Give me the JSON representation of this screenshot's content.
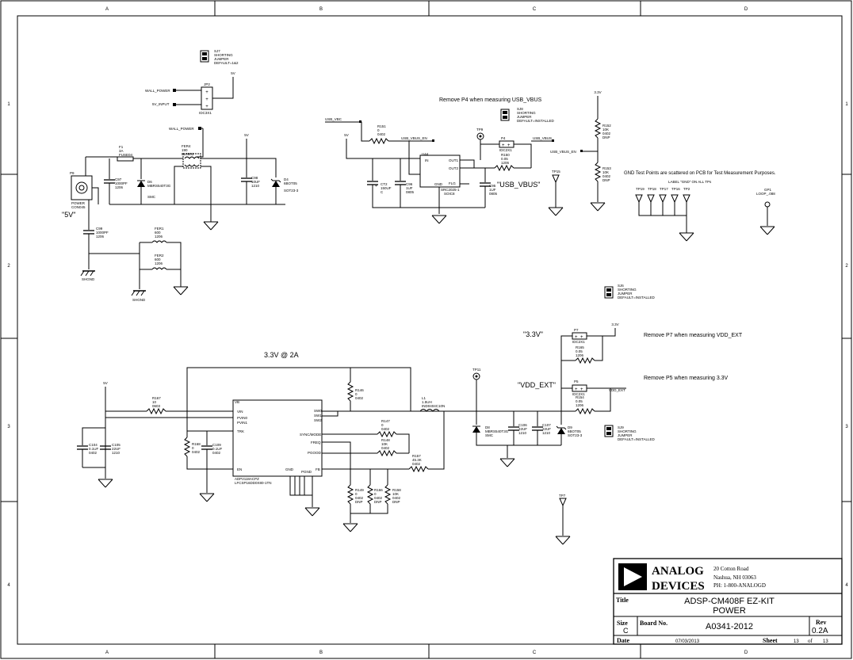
{
  "frame": {
    "columns": [
      "A",
      "B",
      "C",
      "D"
    ],
    "rows": [
      "1",
      "2",
      "3",
      "4"
    ]
  },
  "notes": {
    "remove_p4": "Remove P4 when measuring USB_VBUS",
    "gnd_tp": "GND Test Points are scattered on PCB for Test Measurement Purposes.",
    "label_gnd": "LABEL \"GND\" ON ALL TPs",
    "reg_title": "3.3V @ 2A",
    "remove_p7": "Remove P7 when measuring VDD_EXT",
    "remove_p5": "Remove P5 when measuring 3.3V"
  },
  "big_labels": {
    "five_v": "\"5V\"",
    "usb_vbus": "\"USB_VBUS\"",
    "three_v3": "\"3.3V\"",
    "vdd_ext": "\"VDD_EXT\""
  },
  "nets": {
    "wall_power": "WALL_POWER",
    "five_v_input": "5V_INPUT",
    "wall_power2": "WALL_POWER",
    "v5_a": "5V",
    "v5_b": "5V",
    "v5_c": "5V",
    "v5_d": "5V",
    "usb_vbc": "USB_VBC",
    "usb_vbus_en": "USB_VBUS_EN",
    "usb_vbus": "USB_VBUS",
    "usb_vbus_en2": "USB_VBUS_EN",
    "v33_a": "3.3V",
    "v33_b": "3.3V",
    "vdd_ext": "VDD_EXT",
    "shgnd": "SHGND",
    "shgnd2": "SHGND"
  },
  "parts": {
    "sj7": [
      "SJ7",
      "SHORTING",
      "JUMPER",
      "DEFAULT=1&2"
    ],
    "jp2": [
      "JP2",
      "IDC3X1"
    ],
    "f1": [
      "F1",
      "3A",
      "FUSE04"
    ],
    "fer4": [
      "FER4",
      "190",
      "FL0603"
    ],
    "c97": [
      "C97",
      "1000PF",
      "1206"
    ],
    "d6": [
      "D6",
      "MBRS540T3G",
      "SMC"
    ],
    "p9": [
      "P9",
      "POWER",
      "CON045"
    ],
    "c98": [
      "C98",
      "10UF",
      "1210"
    ],
    "d4": [
      "D4",
      "6BOT05",
      "SOT23-3"
    ],
    "c99": [
      "C99",
      "1000PF",
      "1206"
    ],
    "fer1": [
      "FER1",
      "600",
      "1206"
    ],
    "fer2": [
      "FER2",
      "600",
      "1206"
    ],
    "r151": [
      "R151",
      "0",
      "0402"
    ],
    "u44": [
      "U44"
    ],
    "tp9": [
      "TP9"
    ],
    "sj8": [
      "SJ8",
      "SHORTING",
      "JUMPER",
      "DEFAULT=INSTALLED"
    ],
    "p4": [
      "P4",
      "IDC2X1"
    ],
    "r150": [
      "R150",
      "0.05",
      "1206"
    ],
    "tp15": [
      "TP15"
    ],
    "ct2": [
      "CT2",
      "150UF",
      "C"
    ],
    "c95": [
      "C95",
      "1UF",
      "0805"
    ],
    "c96": [
      "C96",
      "1UF",
      "0805"
    ],
    "u44chip": [
      "SRC2025-1",
      "SOIC8"
    ],
    "r152": [
      "R152",
      "10K",
      "0402",
      "DNP"
    ],
    "r153": [
      "R153",
      "10K",
      "0402",
      "DNP"
    ],
    "gp1": [
      "GP1",
      "LOOP_.088"
    ],
    "tps": [
      "TP19",
      "TP18",
      "TP17",
      "TP16",
      "TP2"
    ],
    "sj6": [
      "SJ6",
      "SHORTING",
      "JUMPER",
      "DEFAULT=INSTALLED"
    ],
    "p7": [
      "P7",
      "IDC2X1"
    ],
    "r165": [
      "R165",
      "0.05",
      "1206"
    ],
    "p5": [
      "P5",
      "IDC2X1"
    ],
    "r154": [
      "R154",
      "0.05",
      "1206"
    ],
    "sj9": [
      "SJ9",
      "SHORTING",
      "JUMPER",
      "DEFAULT=INSTALLED"
    ],
    "r167": [
      "R167",
      "10",
      "0603"
    ],
    "r146": [
      "R146",
      "0",
      "0402"
    ],
    "l1": [
      "L1",
      "1.5UH",
      "IND0404C10N"
    ],
    "tp11": [
      "TP11"
    ],
    "d8": [
      "D8",
      "MBRS540T3G",
      "SMC"
    ],
    "c106": [
      "C106",
      "22UF",
      "1210"
    ],
    "c107": [
      "C107",
      "22UF",
      "1210"
    ],
    "d9": [
      "D9",
      "6BOT05",
      "SOT23-3"
    ],
    "r147": [
      "R147",
      "0",
      "0402"
    ],
    "r148": [
      "R148",
      "10K",
      "0402"
    ],
    "r157": [
      "R157",
      "45.3K",
      "0402"
    ],
    "c104": [
      "C104",
      "0.1UF",
      "0402"
    ],
    "c105": [
      "C105",
      "22UF",
      "1210"
    ],
    "r168": [
      "R168",
      "0",
      "0402"
    ],
    "c109": [
      "C109",
      "0.1UF",
      "0402"
    ],
    "u_reg": [
      "ADP2118ACPZ",
      "LFCSP16DD0X80-1TN"
    ],
    "r149": [
      "R149",
      "0",
      "0402",
      "DNP"
    ],
    "r166": [
      "R166",
      "0",
      "0402",
      "DNP"
    ],
    "r158": [
      "R158",
      "10K",
      "0402",
      "DNP"
    ],
    "tp7": [
      "TP7"
    ]
  },
  "pins": {
    "vin": "VIN",
    "pvin": "PVIN0",
    "pvin1": "PVIN1",
    "trk": "TRK",
    "en": "EN",
    "sw0": "SW0",
    "sw1": "SW1",
    "sw2": "SW2",
    "sync": "SYNC/MODE",
    "freq": "FREQ",
    "pgood": "PGOOD",
    "fb": "FB",
    "vb": "VB",
    "pgnd": "PGND",
    "gnd": "GND",
    "in": "IN",
    "out1": "OUT1",
    "out2": "OUT2",
    "flg": "FLG",
    "gnd2": "GND"
  },
  "title_block": {
    "company_line1": "ANALOG",
    "company_line2": "DEVICES",
    "address1": "20 Cotton Road",
    "address2": "Nashua, NH 03063",
    "address3": "PH: 1-800-ANALOGD",
    "title_label": "Title",
    "title_line1": "ADSP-CM408F EZ-KIT",
    "title_line2": "POWER",
    "size_label": "Size",
    "size_value": "C",
    "board_label": "Board No.",
    "board_value": "A0341-2012",
    "rev_label": "Rev",
    "rev_value": "0.2A",
    "date_label": "Date",
    "date_value": "07/03/2013",
    "sheet_label": "Sheet",
    "sheet_value": "13",
    "of_label": "of",
    "sheet_total": "13"
  }
}
